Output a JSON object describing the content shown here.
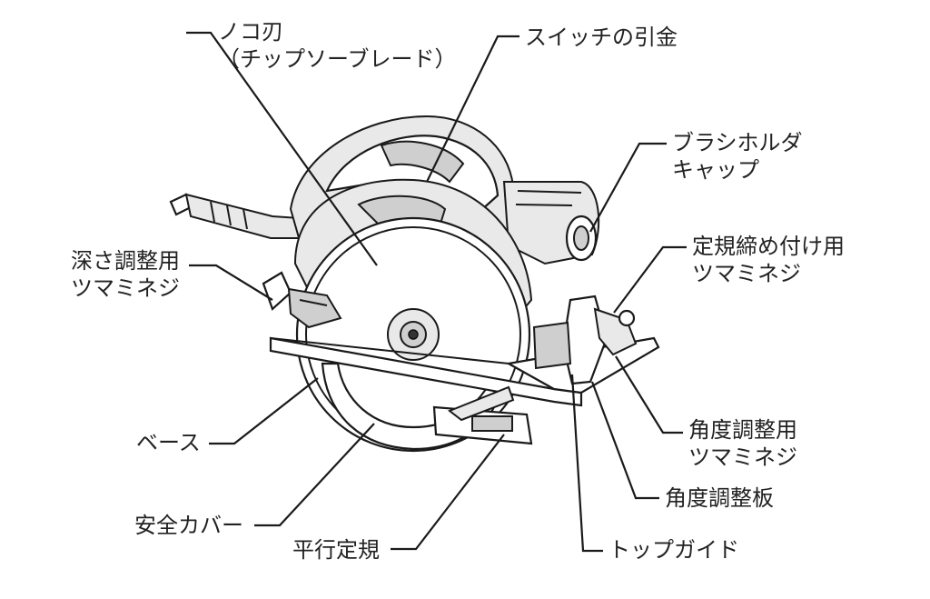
{
  "labels": {
    "blade_line1": "ノコ刃",
    "blade_line2": "（チップソーブレード）",
    "switch_trigger": "スイッチの引金",
    "brush_holder_line1": "ブラシホルダ",
    "brush_holder_line2": "キャップ",
    "depth_knob_line1": "深さ調整用",
    "depth_knob_line2": "ツマミネジ",
    "guide_knob_line1": "定規締め付け用",
    "guide_knob_line2": "ツマミネジ",
    "bevel_knob_line1": "角度調整用",
    "bevel_knob_line2": "ツマミネジ",
    "base": "ベース",
    "bevel_plate": "角度調整板",
    "safety_cover": "安全カバー",
    "parallel_guide": "平行定規",
    "top_guide": "トップガイド"
  },
  "colors": {
    "line": "#1a1a1a",
    "body_fill": "#e9e9e9",
    "dark_fill": "#cfcfcf",
    "background": "#ffffff"
  },
  "icons": [
    "circular-saw-illustration"
  ]
}
